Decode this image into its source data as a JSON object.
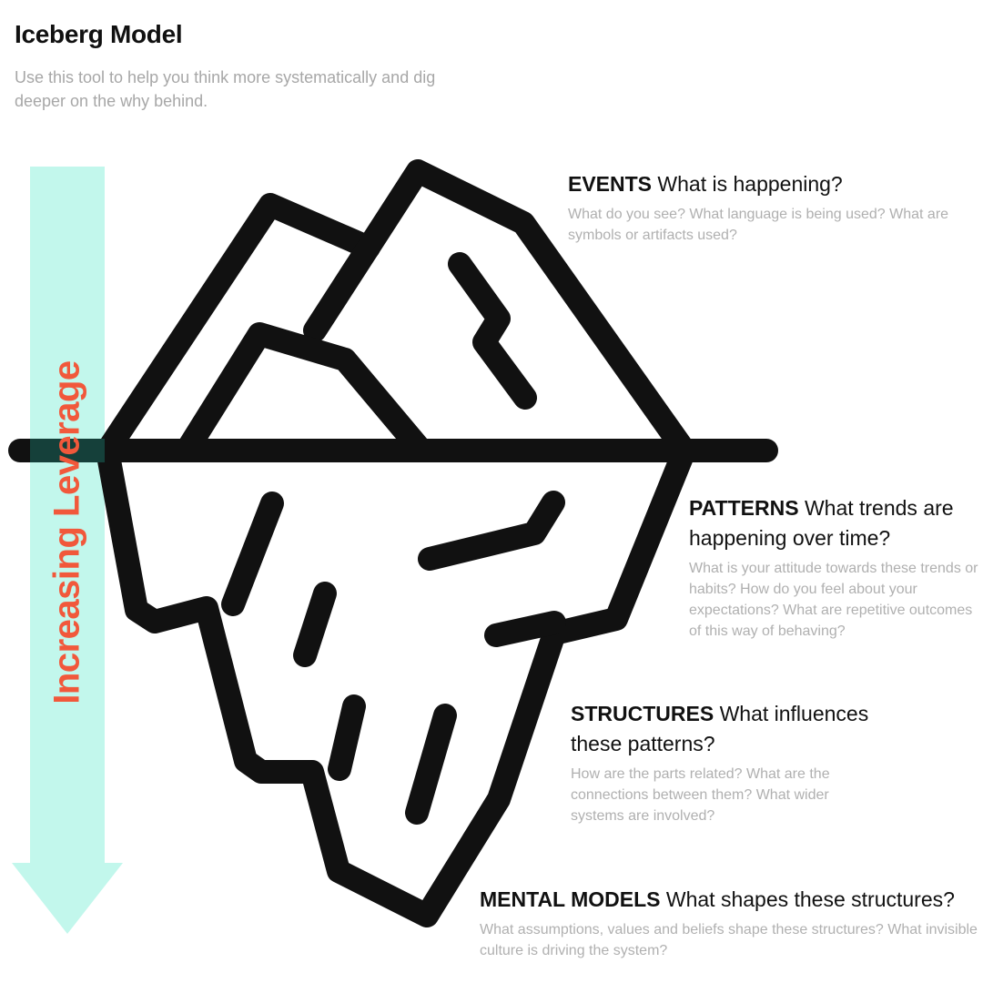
{
  "header": {
    "title": "Iceberg Model",
    "subtitle": "Use this tool to help you think more systematically and dig deeper on the why behind."
  },
  "leverage": {
    "label": "Increasing Leverage",
    "arrow_color": "#c2f7ec",
    "label_color": "#f1583b"
  },
  "levels": [
    {
      "keyword": "EVENTS",
      "question": "What is happening?",
      "description": "What do you see? What language is being used? What are symbols or artifacts used?"
    },
    {
      "keyword": "PATTERNS",
      "question": "What trends are happening over time?",
      "description": "What is your attitude towards these trends or habits? How do you feel about your expectations? What are repetitive outcomes of this way of behaving?"
    },
    {
      "keyword": "STRUCTURES",
      "question": "What influences these patterns?",
      "description": "How are the parts related? What are the connections between them? What wider systems are involved?"
    },
    {
      "keyword": "MENTAL MODELS",
      "question": "What shapes these structures?",
      "description": "What assumptions, values and beliefs shape these structures? What invisible culture is driving the system?"
    }
  ],
  "colors": {
    "ink": "#111111",
    "muted_text": "#a7a7a7",
    "waterline_overlap": "#15403a"
  },
  "icons": {
    "iceberg": "iceberg-illustration",
    "arrow": "arrow-down-icon"
  }
}
